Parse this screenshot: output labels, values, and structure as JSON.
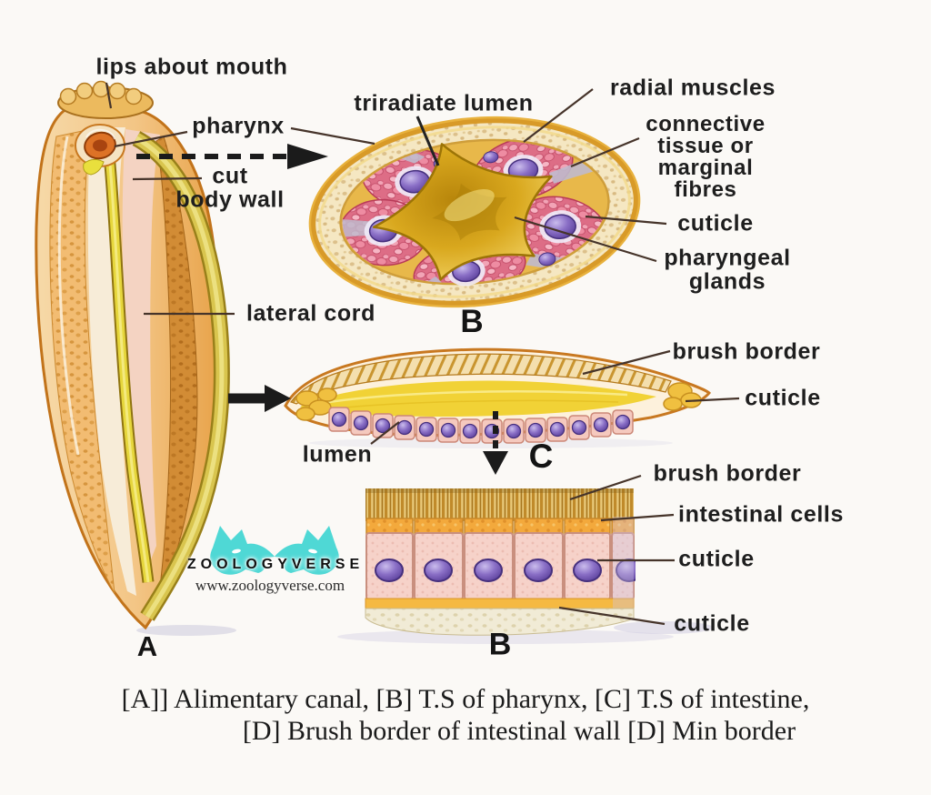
{
  "diagram": {
    "worm_labels": {
      "lips_about_mouth": "lips about mouth",
      "pharynx": "pharynx",
      "cut_body_wall": "cut\nbody wall",
      "lateral_cord": "lateral cord"
    },
    "panels": {
      "alimentary_canal": {
        "letter": "A"
      },
      "pharynx_ts": {
        "letter": "B",
        "labels": {
          "triradiate_lumen": "triradiate lumen",
          "radial_muscles": "radial muscles",
          "connective_tissue": "connective\ntissue or\nmarginal\nfibres",
          "cuticle": "cuticle",
          "pharyngeal_glands": "pharyngeal\nglands"
        }
      },
      "intestine_ts": {
        "letter": "C",
        "labels": {
          "brush_border": "brush border",
          "cuticle": "cuticle",
          "lumen": "lumen"
        }
      },
      "intestinal_wall": {
        "letter": "B",
        "labels": {
          "brush_border": "brush border",
          "intestinal_cells": "intestinal cells",
          "cuticle_upper": "cuticle",
          "cuticle_lower": "cuticle"
        }
      }
    }
  },
  "watermark": {
    "brand": "ZOOLOGYVERSE",
    "url": "www.zoologyverse.com"
  },
  "caption": {
    "line1": "[A]]  Alimentary canal,  [B]  T.S of pharynx,  [C] T.S of intestine,",
    "line2": "[D]  Brush border of intestinal wall  [D]  Min border"
  },
  "colors": {
    "background": "#fbf9f6",
    "label_text": "#1e1e1e",
    "leader_line": "#46342a",
    "arrow_black": "#1b1b1b",
    "wolf_cyan": "#4fd8d5",
    "gold_star": "#d9a81e",
    "muscle_pink": "#e4798f",
    "nucleus_purple": "#7a5fc0",
    "cell_pink": "#f5cabe",
    "cream_ring": "#f5e7c2",
    "worm_orange": "#eda94e"
  }
}
